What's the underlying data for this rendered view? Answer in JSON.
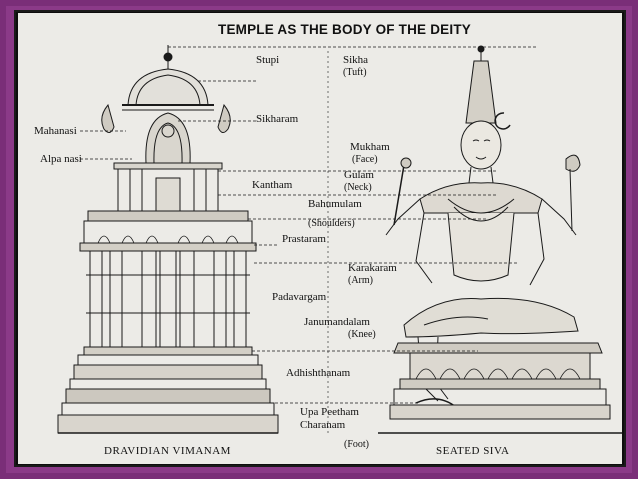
{
  "title": "TEMPLE AS THE BODY OF THE DEITY",
  "captions": {
    "left": "DRAVIDIAN VIMANAM",
    "right": "SEATED SIVA"
  },
  "left_labels": {
    "mahanasi": "Mahanasi",
    "alpa_nasi": "Alpa nasi"
  },
  "temple_parts": {
    "stupi": "Stupi",
    "sikharam": "Sikharam",
    "kantham": "Kantham",
    "prastaram": "Prastaram",
    "padavargam": "Padavargam",
    "adhishthanam": "Adhishthanam",
    "upa_peetham": "Upa Peetham"
  },
  "body_parts": {
    "sikha": "Sikha",
    "sikha_gloss": "(Tuft)",
    "mukham": "Mukham",
    "mukham_gloss": "(Face)",
    "gulam": "Gulam",
    "gulam_gloss": "(Neck)",
    "bahumulam": "Bahumulam",
    "bahumulam_gloss": "(Shoulders)",
    "karakaram": "Karakaram",
    "karakaram_gloss": "(Arm)",
    "janumandalam": "Janumandalam",
    "janumandalam_gloss": "(Knee)",
    "charanam": "Charanam",
    "charanam_gloss": "(Foot)"
  },
  "colors": {
    "frame": "#8b3a88",
    "paper": "#ecebe7",
    "ink": "#111111"
  }
}
